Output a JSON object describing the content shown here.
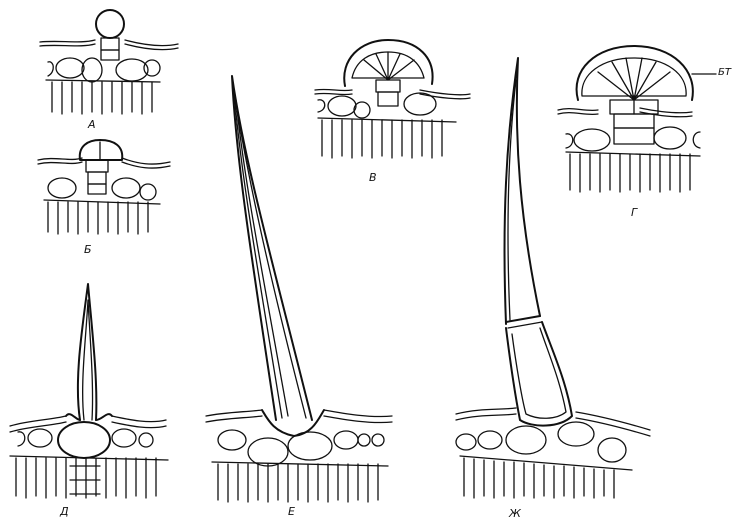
{
  "panel_labels": {
    "a": "А",
    "b": "Б",
    "v": "В",
    "g": "Г",
    "d": "Д",
    "e": "Е",
    "zh": "Ж"
  },
  "annotation": "БТ"
}
